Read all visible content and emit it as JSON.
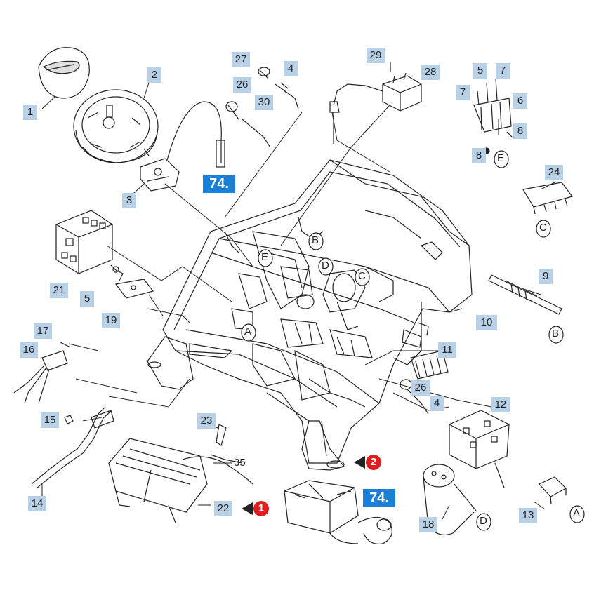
{
  "labels": {
    "l1": "1",
    "l2": "2",
    "l3": "3",
    "l4a": "4",
    "l4b": "4",
    "l5a": "5",
    "l5b": "5",
    "l6": "6",
    "l7a": "7",
    "l7b": "7",
    "l8a": "8",
    "l8b": "8",
    "l9": "9",
    "l10": "10",
    "l11": "11",
    "l12": "12",
    "l13": "13",
    "l14": "14",
    "l15": "15",
    "l16": "16",
    "l17": "17",
    "l18": "18",
    "l19": "19",
    "l21": "21",
    "l22": "22",
    "l23": "23",
    "l24": "24",
    "l26a": "26",
    "l26b": "26",
    "l27": "27",
    "l28": "28",
    "l29": "29",
    "l30": "30",
    "l35": "35"
  },
  "refs": {
    "r1": "74.",
    "r2": "74."
  },
  "letters": {
    "e1": "E",
    "e2": "E",
    "b1": "B",
    "b2": "B",
    "c1": "C",
    "c2": "C",
    "d1": "D",
    "d2": "D",
    "a1": "A",
    "a2": "A"
  },
  "badges": {
    "b1": "1",
    "b2": "2"
  },
  "colors": {
    "label_bg": "#b8d1e6",
    "ref_bg": "#1a7fd6",
    "badge_red": "#e01e1e",
    "line": "#222222"
  }
}
